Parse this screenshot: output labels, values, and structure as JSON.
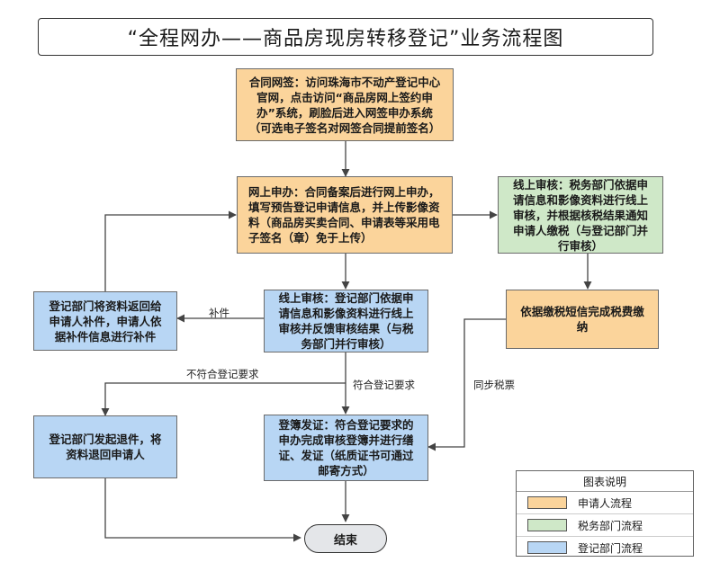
{
  "title": "“全程网办——商品房现房转移登记”业务流程图",
  "nodes": {
    "contract": "合同网签：访问珠海市不动产登记中心官网，点击访问“商品房网上签约申办”系统，刷脸后进入网签申办系统（可选电子签名对网签合同提前签名）",
    "online_apply": "网上申办：合同备案后进行网上申办，填写预告登记申请信息，并上传影像资料（商品房买卖合同、申请表等采用电子签名（章）免于上传）",
    "tax_review": "线上审核：税务部门依据申请信息和影像资料进行线上审核，并根据核税结果通知申请人缴税（与登记部门并行审核）",
    "tax_pay": "依据缴税短信完成税费缴纳",
    "reg_review": "线上审核：登记部门依据申请信息和影像资料进行线上审核并反馈审核结果（与税务部门并行审核）",
    "return_docs": "登记部门将资料返回给申请人补件，申请人依据补件信息进行补件",
    "withdraw": "登记部门发起退件，将资料退回申请人",
    "register": "登簿发证：符合登记要求的申办完成审核登簿并进行缮证、发证（纸质证书可通过邮寄方式）",
    "end": "结束"
  },
  "edge_labels": {
    "supplement": "补件",
    "not_qualified": "不符合登记要求",
    "qualified": "符合登记要求",
    "sync_tax": "同步税票"
  },
  "legend": {
    "title": "图表说明",
    "items": [
      {
        "label": "申请人流程",
        "color": "#fbd49b"
      },
      {
        "label": "税务部门流程",
        "color": "#cfe8c8"
      },
      {
        "label": "登记部门流程",
        "color": "#b8d6f4"
      }
    ]
  },
  "colors": {
    "applicant": "#fbd49b",
    "tax": "#cfe8c8",
    "registry": "#b8d6f4",
    "line": "#444444"
  }
}
